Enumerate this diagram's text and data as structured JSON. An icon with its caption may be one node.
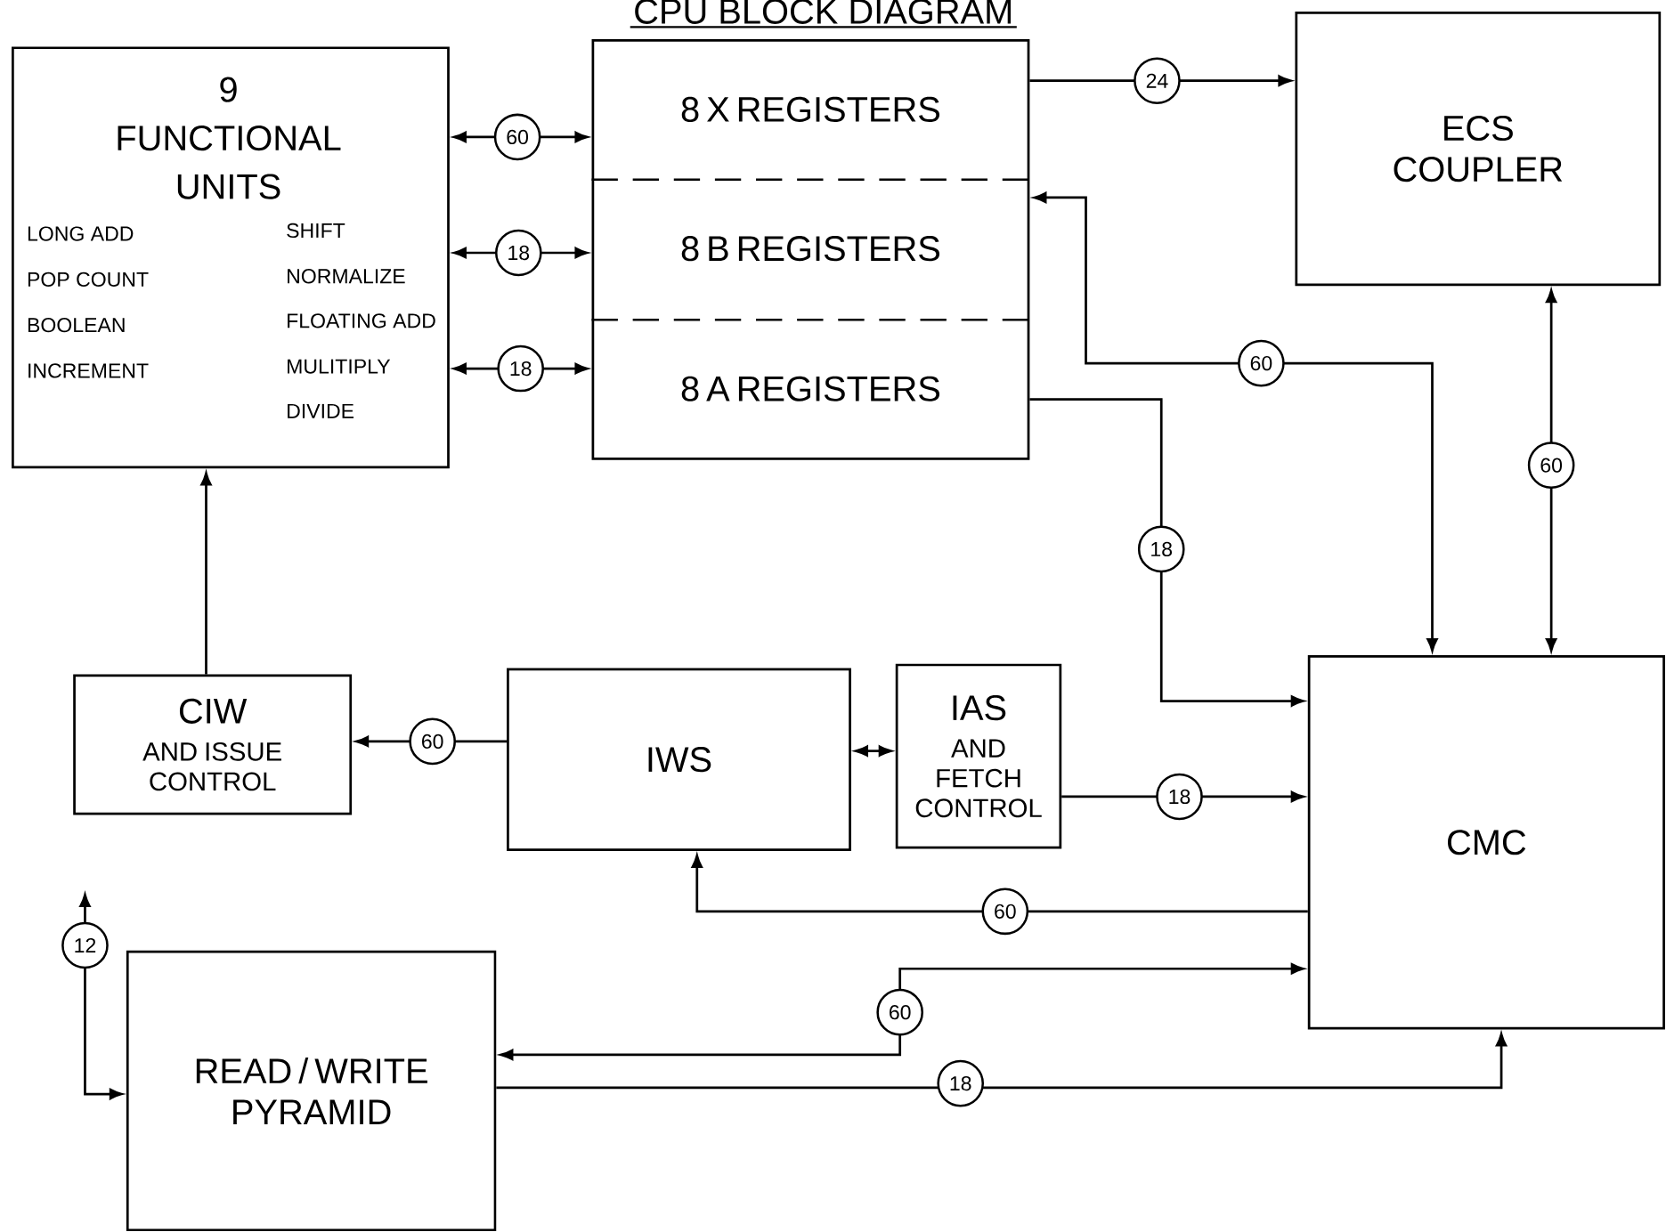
{
  "diagram": {
    "title": "CPU BLOCK DIAGRAM",
    "nodes": [
      {
        "text": [
          "9 FUNCTIONAL UNITS",
          "LONG ADD",
          "POP COUNT",
          "BOOLEAN",
          "INCREMENT",
          "SHIFT",
          "NORMALIZE",
          "FLOATING ADD",
          "MULITIPLY",
          "DIVIDE"
        ]
      },
      {
        "text": [],
        "shape": "box"
      },
      {
        "text": [
          "8 X REGISTERS"
        ],
        "in": 1
      },
      {
        "text": [
          "8 B REGISTERS"
        ],
        "in": 1
      },
      {
        "text": [
          "8 A REGISTERS"
        ],
        "in": 1
      },
      {
        "text": [
          "ECS COUPLER"
        ]
      },
      {
        "text": [
          "CIW",
          "AND ISSUE CONTROL"
        ]
      },
      {
        "text": [
          "IWS"
        ]
      },
      {
        "text": [
          "IAS",
          "AND FETCH CONTROL"
        ]
      },
      {
        "text": [
          "CMC"
        ]
      },
      {
        "text": [
          "READ / WRITE PYRAMID"
        ]
      }
    ],
    "edges": [
      {
        "from": 0,
        "to": 2,
        "arrow": "both",
        "label": "60"
      },
      {
        "from": 0,
        "to": 3,
        "arrow": "both",
        "label": "18"
      },
      {
        "from": 0,
        "to": 4,
        "arrow": "both",
        "label": "18"
      },
      {
        "from": 2,
        "to": 5,
        "arrow": "to",
        "label": "24"
      },
      {
        "from": 3,
        "to": 9,
        "arrow": "both",
        "label": "60"
      },
      {
        "from": 5,
        "to": 9,
        "arrow": "both",
        "label": "60"
      },
      {
        "from": 4,
        "to": 9,
        "arrow": "to",
        "label": "18"
      },
      {
        "from": 6,
        "to": 0,
        "arrow": "to"
      },
      {
        "from": 7,
        "to": 6,
        "arrow": "to",
        "label": "60"
      },
      {
        "from": 7,
        "to": 8,
        "arrow": "both"
      },
      {
        "from": 8,
        "to": 9,
        "arrow": "to",
        "label": "18"
      },
      {
        "from": 9,
        "to": 7,
        "arrow": "to",
        "label": "60"
      },
      {
        "from": 10,
        "to": 9,
        "arrow": "both",
        "label": "60"
      },
      {
        "from": 10,
        "to": 9,
        "arrow": "to",
        "label": "18"
      },
      {
        "from": null,
        "to": 10,
        "arrow": "both",
        "label": "12"
      }
    ]
  }
}
